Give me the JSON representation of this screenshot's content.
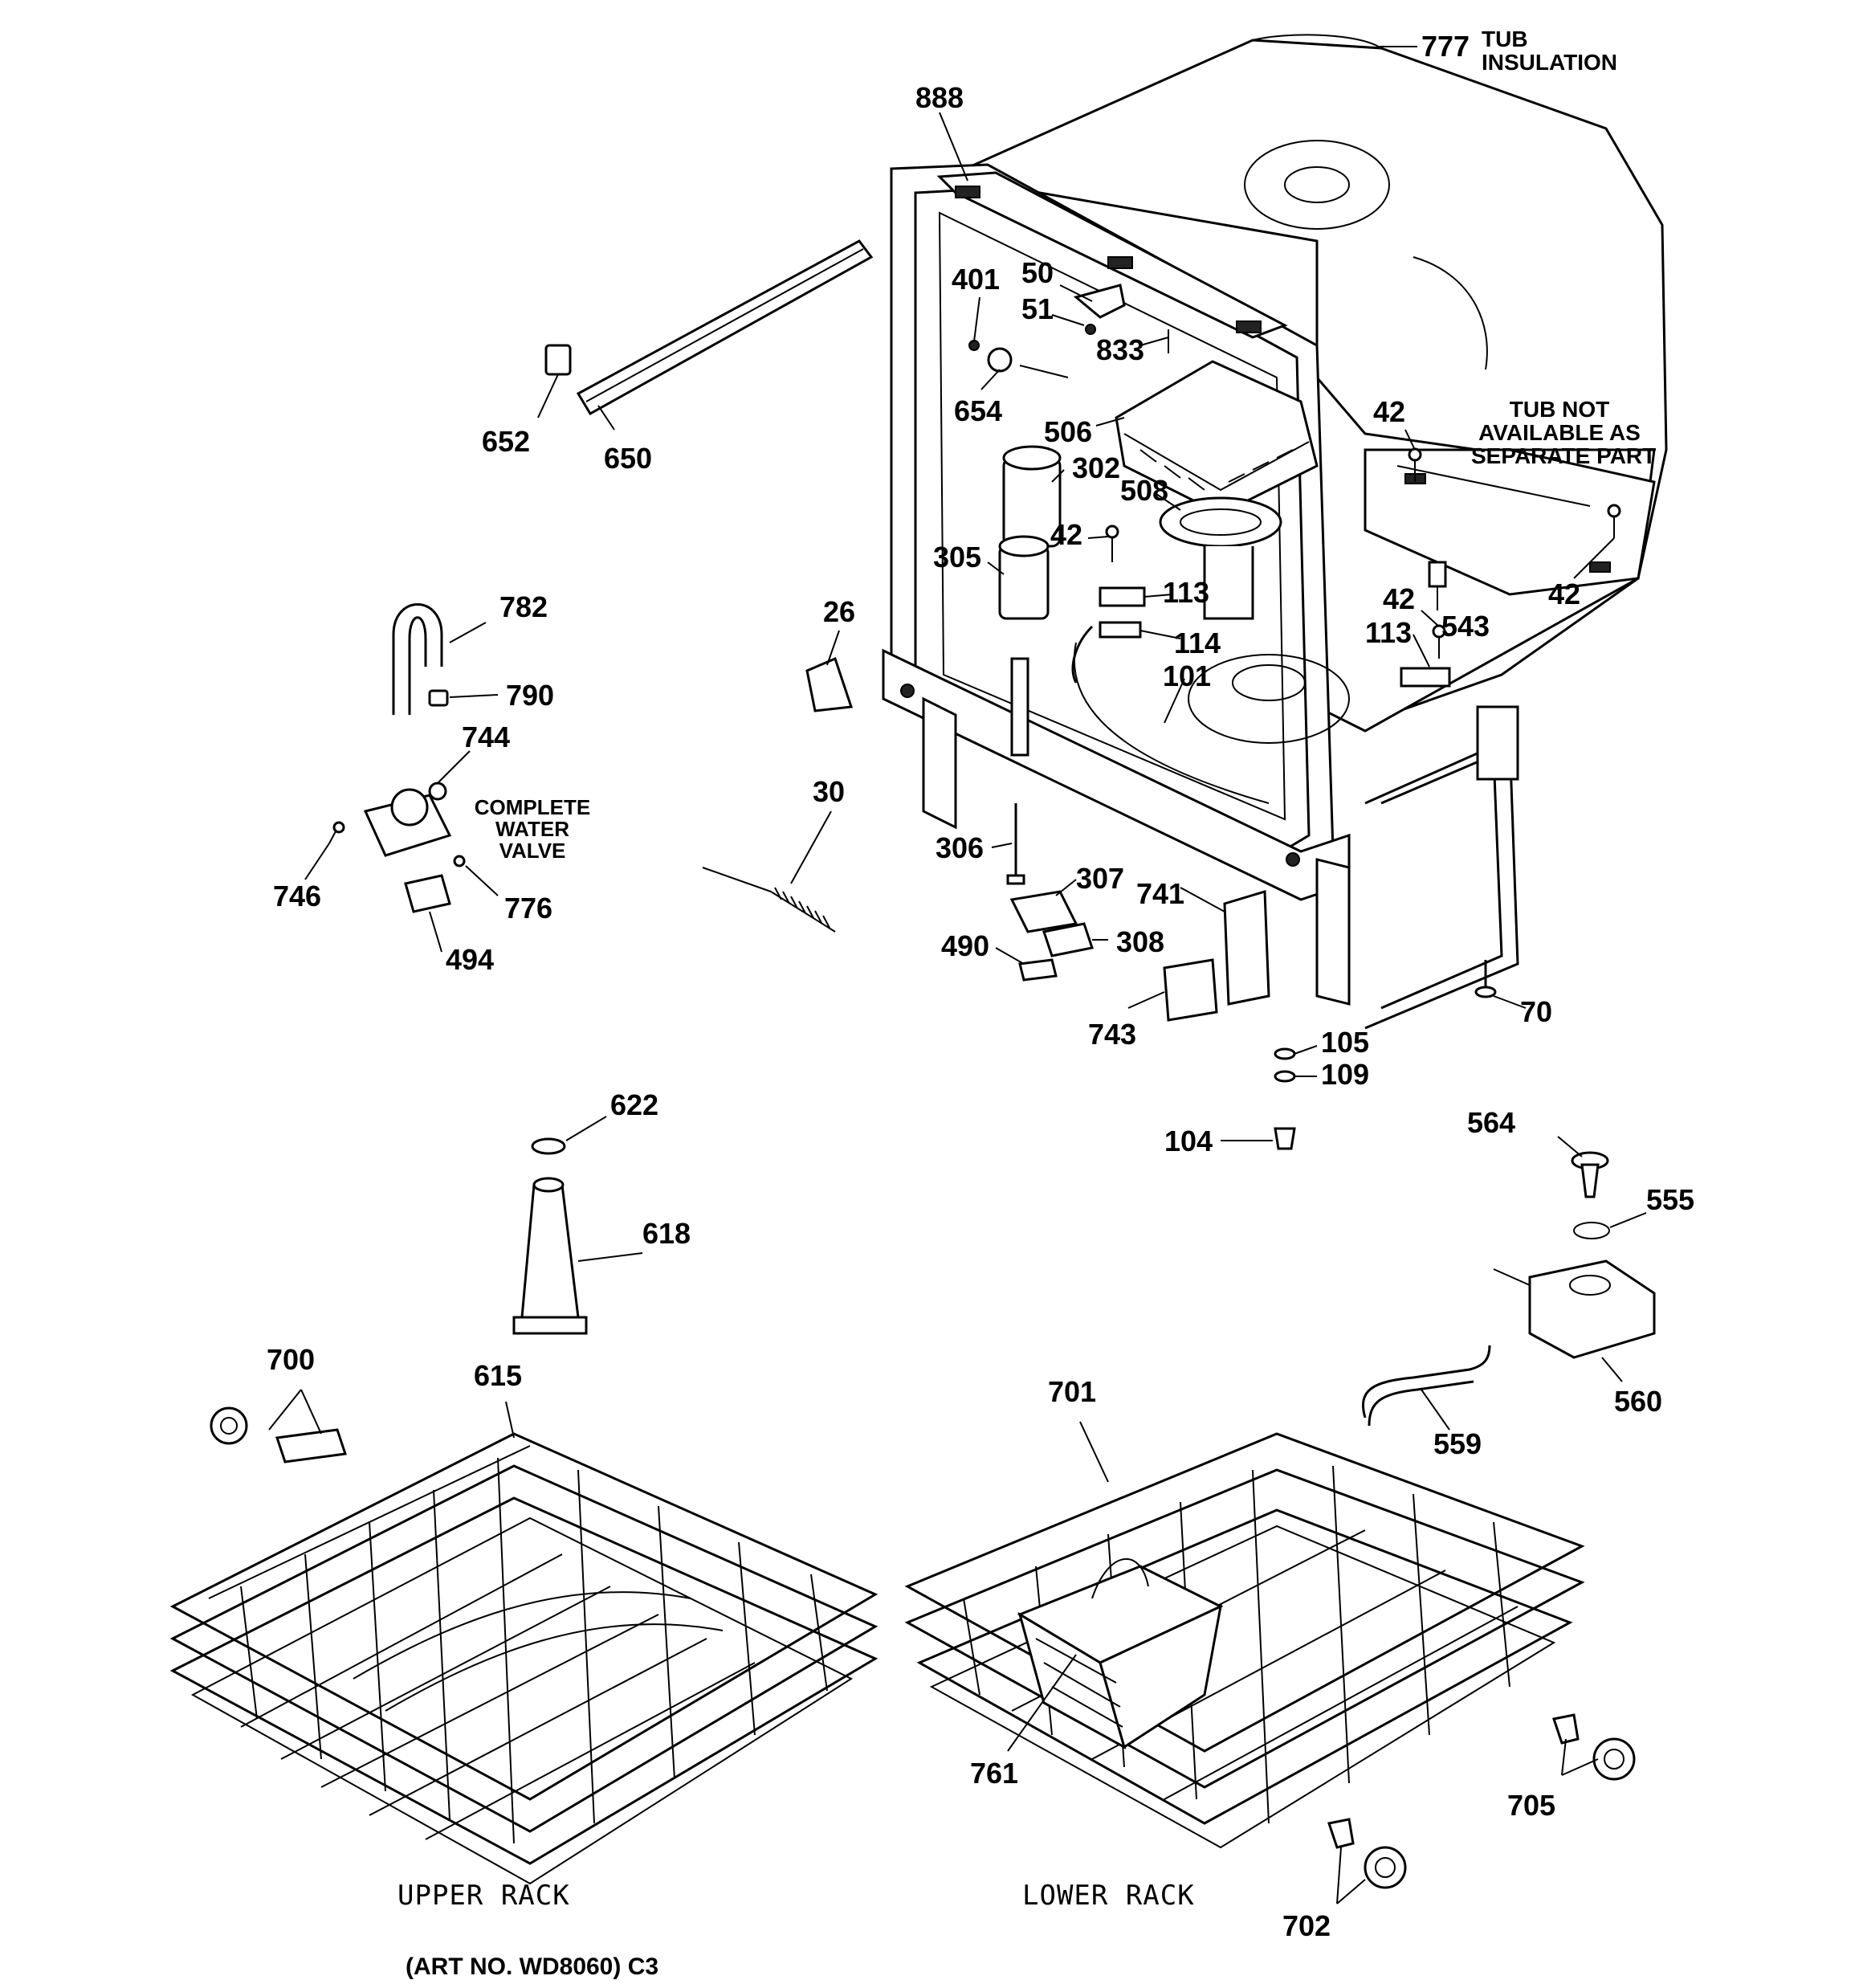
{
  "callouts": {
    "c777": "777",
    "c888": "888",
    "c401": "401",
    "c50": "50",
    "c51": "51",
    "c833": "833",
    "c654": "654",
    "c506": "506",
    "c302": "302",
    "c508": "508",
    "c42a": "42",
    "c42b": "42",
    "c42c": "42",
    "c42d": "42",
    "c305": "305",
    "c113a": "113",
    "c113b": "113",
    "c114": "114",
    "c101": "101",
    "c543": "543",
    "c652": "652",
    "c650": "650",
    "c782": "782",
    "c790": "790",
    "c744": "744",
    "c746": "746",
    "c776": "776",
    "c494": "494",
    "c26": "26",
    "c30": "30",
    "c306": "306",
    "c307": "307",
    "c308": "308",
    "c490": "490",
    "c741": "741",
    "c743": "743",
    "c70": "70",
    "c105": "105",
    "c109": "109",
    "c104": "104",
    "c564": "564",
    "c555": "555",
    "c560": "560",
    "c559": "559",
    "c622": "622",
    "c618": "618",
    "c700": "700",
    "c615": "615",
    "c701": "701",
    "c761": "761",
    "c705": "705",
    "c702": "702"
  },
  "notes": {
    "tub_insulation_line1": "TUB",
    "tub_insulation_line2": "INSULATION",
    "tub_not_line1": "TUB NOT",
    "tub_not_line2": "AVAILABLE AS",
    "tub_not_line3": "SEPARATE PART",
    "water_valve_line1": "COMPLETE",
    "water_valve_line2": "WATER",
    "water_valve_line3": "VALVE"
  },
  "captions": {
    "upper_rack": "UPPER RACK",
    "lower_rack": "LOWER RACK",
    "art_no": "(ART NO. WD8060) C3"
  }
}
